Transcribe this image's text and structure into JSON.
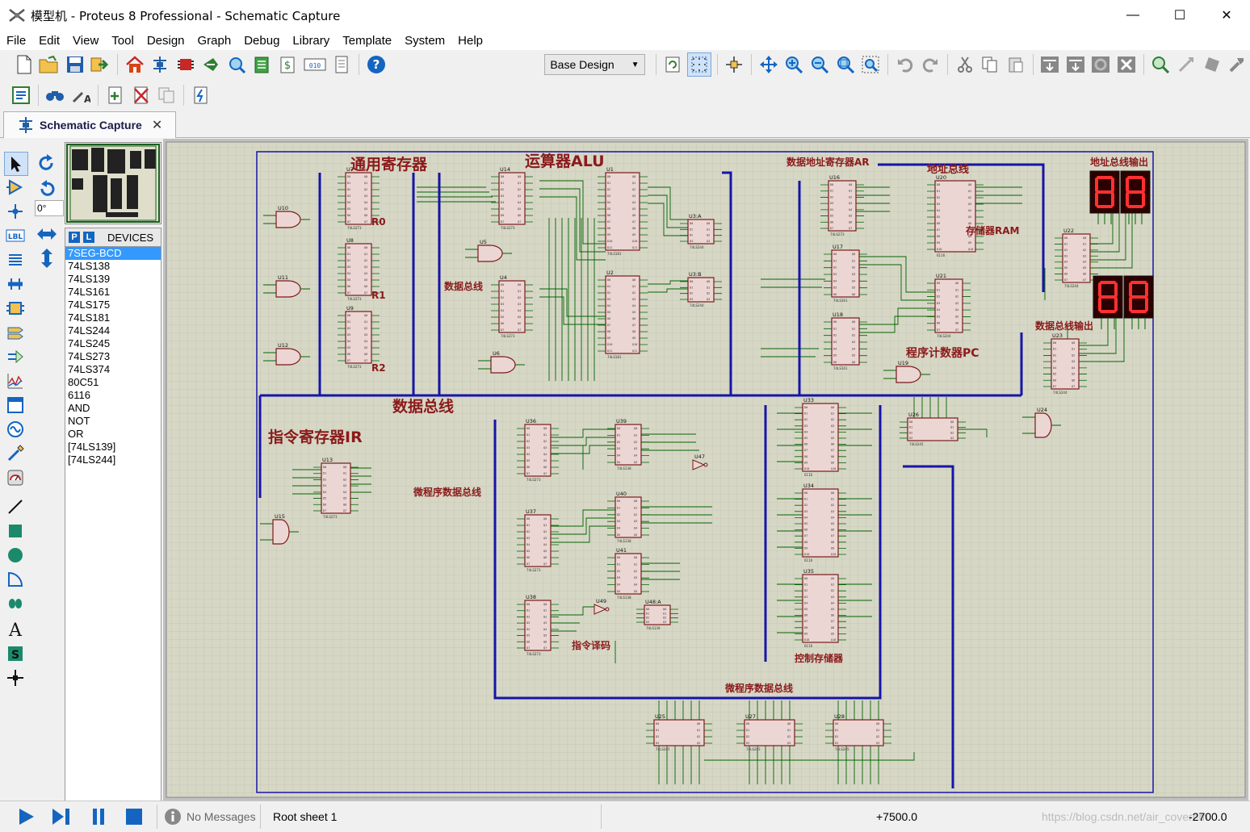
{
  "window": {
    "title": "模型机 - Proteus 8 Professional - Schematic Capture",
    "controls": {
      "minimize": "—",
      "maximize": "☐",
      "close": "✕"
    }
  },
  "menu": [
    "File",
    "Edit",
    "View",
    "Tool",
    "Design",
    "Graph",
    "Debug",
    "Library",
    "Template",
    "System",
    "Help"
  ],
  "toolbar": {
    "design_select": "Base Design",
    "icons_row1": [
      "new-file",
      "open-file",
      "save-file",
      "import",
      "home",
      "schematic",
      "pcb",
      "3d-view",
      "gerber",
      "bom",
      "design-explorer",
      "netlist",
      "help",
      "refresh",
      "grid-toggle",
      "origin",
      "pan",
      "zoom-in",
      "zoom-out",
      "zoom-all",
      "zoom-area",
      "undo",
      "redo",
      "cut",
      "copy",
      "paste",
      "block-copy",
      "block-move",
      "block-rotate",
      "block-delete",
      "pick-device",
      "make-device",
      "packaging",
      "decompose"
    ],
    "icons_row2": [
      "annotate",
      "search",
      "property-assignment",
      "new-sheet",
      "delete-sheet",
      "goto-sheet",
      "netlist-to-ares"
    ]
  },
  "tab": {
    "label": "Schematic Capture",
    "close": "✕"
  },
  "left_tools": [
    "selection",
    "component",
    "junction",
    "wire-label",
    "text-script",
    "bus",
    "subcircuit",
    "terminal",
    "device-pin",
    "graph",
    "recorder",
    "generator",
    "voltage-probe",
    "current-probe",
    "virtual-instrument",
    "line",
    "box",
    "circle",
    "arc",
    "path",
    "text",
    "symbol",
    "marker"
  ],
  "rotation": {
    "angle": "0°"
  },
  "devices": {
    "header": "DEVICES",
    "p_label": "P",
    "l_label": "L",
    "items": [
      "7SEG-BCD",
      "74LS138",
      "74LS139",
      "74LS161",
      "74LS175",
      "74LS181",
      "74LS244",
      "74LS245",
      "74LS273",
      "74LS374",
      "80C51",
      "6116",
      "AND",
      "NOT",
      "OR",
      "[74LS139]",
      "[74LS244]"
    ],
    "selected": 0
  },
  "schematic": {
    "labels": {
      "general_registers": "通用寄存器",
      "alu": "运算器ALU",
      "address_register": "数据地址寄存器AR",
      "address_bus": "地址总线",
      "address_bus_output": "地址总线输出",
      "memory_ram": "存储器RAM",
      "data_bus_small": "数据总线",
      "data_bus_output": "数据总线输出",
      "program_counter": "程序计数器PC",
      "data_bus_main": "数据总线",
      "instruction_register": "指令寄存器IR",
      "microprogram_bus_left": "微程序数据总线",
      "instruction_decode": "指令译码",
      "control_memory": "控制存储器",
      "microprogram_bus_bottom": "微程序数据总线",
      "r0": "R0",
      "r1": "R1",
      "r2": "R2"
    },
    "chips": [
      {
        "ref": "U7",
        "part": "74LS273"
      },
      {
        "ref": "U8",
        "part": "74LS273"
      },
      {
        "ref": "U9",
        "part": "74LS273"
      },
      {
        "ref": "U10",
        "part": "AND"
      },
      {
        "ref": "U11",
        "part": "AND"
      },
      {
        "ref": "U12",
        "part": "AND"
      },
      {
        "ref": "U14",
        "part": "74LS273"
      },
      {
        "ref": "U4",
        "part": "74LS273"
      },
      {
        "ref": "U5",
        "part": "AND"
      },
      {
        "ref": "U6",
        "part": "AND"
      },
      {
        "ref": "U1",
        "part": "74LS181"
      },
      {
        "ref": "U2",
        "part": "74LS181"
      },
      {
        "ref": "U3:A",
        "part": "74LS244"
      },
      {
        "ref": "U3:B",
        "part": "74LS244"
      },
      {
        "ref": "U16",
        "part": "74LS273"
      },
      {
        "ref": "U20",
        "part": "6116"
      },
      {
        "ref": "U17",
        "part": "74LS161"
      },
      {
        "ref": "U18",
        "part": "74LS161"
      },
      {
        "ref": "U21",
        "part": "74LS244"
      },
      {
        "ref": "U19",
        "part": "AND"
      },
      {
        "ref": "U22",
        "part": "74LS244"
      },
      {
        "ref": "U23",
        "part": "74LS244"
      },
      {
        "ref": "U24",
        "part": "AND"
      },
      {
        "ref": "U13",
        "part": "74LS273"
      },
      {
        "ref": "U15",
        "part": "AND"
      },
      {
        "ref": "U36",
        "part": "74LS273"
      },
      {
        "ref": "U37",
        "part": "74LS273"
      },
      {
        "ref": "U38",
        "part": "74LS273"
      },
      {
        "ref": "U39",
        "part": "74LS138"
      },
      {
        "ref": "U40",
        "part": "74LS138"
      },
      {
        "ref": "U41",
        "part": "74LS138"
      },
      {
        "ref": "U47",
        "part": "NOT"
      },
      {
        "ref": "U49",
        "part": "NOT"
      },
      {
        "ref": "U48:A",
        "part": "74LS139"
      },
      {
        "ref": "U33",
        "part": "6116"
      },
      {
        "ref": "U34",
        "part": "6116"
      },
      {
        "ref": "U35",
        "part": "6116"
      },
      {
        "ref": "U26",
        "part": "74LS245"
      },
      {
        "ref": "U25",
        "part": "74LS245"
      },
      {
        "ref": "U27",
        "part": "74LS245"
      },
      {
        "ref": "U28",
        "part": "74LS245"
      }
    ]
  },
  "status": {
    "messages": "No Messages",
    "sheet": "Root sheet 1",
    "coord_x": "+7500.0",
    "coord_y": "-2700.0",
    "watermark": "https://blog.csdn.net/air_coverem"
  },
  "colors": {
    "canvas_bg": "#d7d7c6",
    "grid_line": "#b9b9a8",
    "bus": "#1515a8",
    "wire": "#006400",
    "chip_fill": "#ecd6d3",
    "chip_border": "#7a1a1a",
    "label_text": "#8b1a1a",
    "seg_fill": "#2b0000",
    "seg_on": "#ff2020"
  }
}
